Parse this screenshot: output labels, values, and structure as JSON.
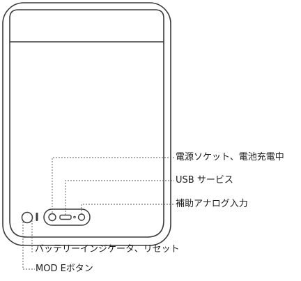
{
  "labels": {
    "power_socket": "電源ソケット、電池充電中",
    "usb_service": "USB サービス",
    "aux_input": "補助アナログ入力",
    "battery_indicator": "バッテリーインジケータ、リセット",
    "mode_button": "MOD Eボタン"
  }
}
